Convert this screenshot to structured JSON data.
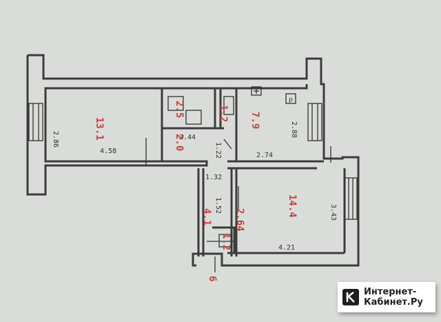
{
  "colors": {
    "paper": "#d9dcd8",
    "wall": "#3c3c3c",
    "ink_dark": "#333333",
    "ink_red": "#c8403e",
    "watermark_bg": "#ffffff",
    "watermark_logo": "#1f1f1f"
  },
  "plan": {
    "dimensions_dark": {
      "room_left_height": "2.86",
      "room_left_width": "4.58",
      "corridor_width": "2.44",
      "corridor_small": "1.22",
      "kitchen_width": "2.74",
      "kitchen_height": "2.88",
      "hall_width": "1.32",
      "hall_small": "1.52",
      "room_right_height": "3.43",
      "room_right_width": "4.21"
    },
    "areas_red": {
      "room_left": "13.1",
      "pantry": "2.5",
      "corridor": "2.0",
      "bath": "1.2",
      "kitchen": "7.9",
      "hall": "4.1",
      "hall_2": "2.64",
      "wc": "1.2",
      "room_right": "14.4",
      "balcony_mark": "6"
    },
    "symbols": {
      "stove_icon": "cross-in-box",
      "sink_icon": "p-in-box"
    }
  },
  "watermark": {
    "line1": "Интернет-",
    "line2": "Кабинет.Ру",
    "logo_icon": "k-badge-icon"
  }
}
